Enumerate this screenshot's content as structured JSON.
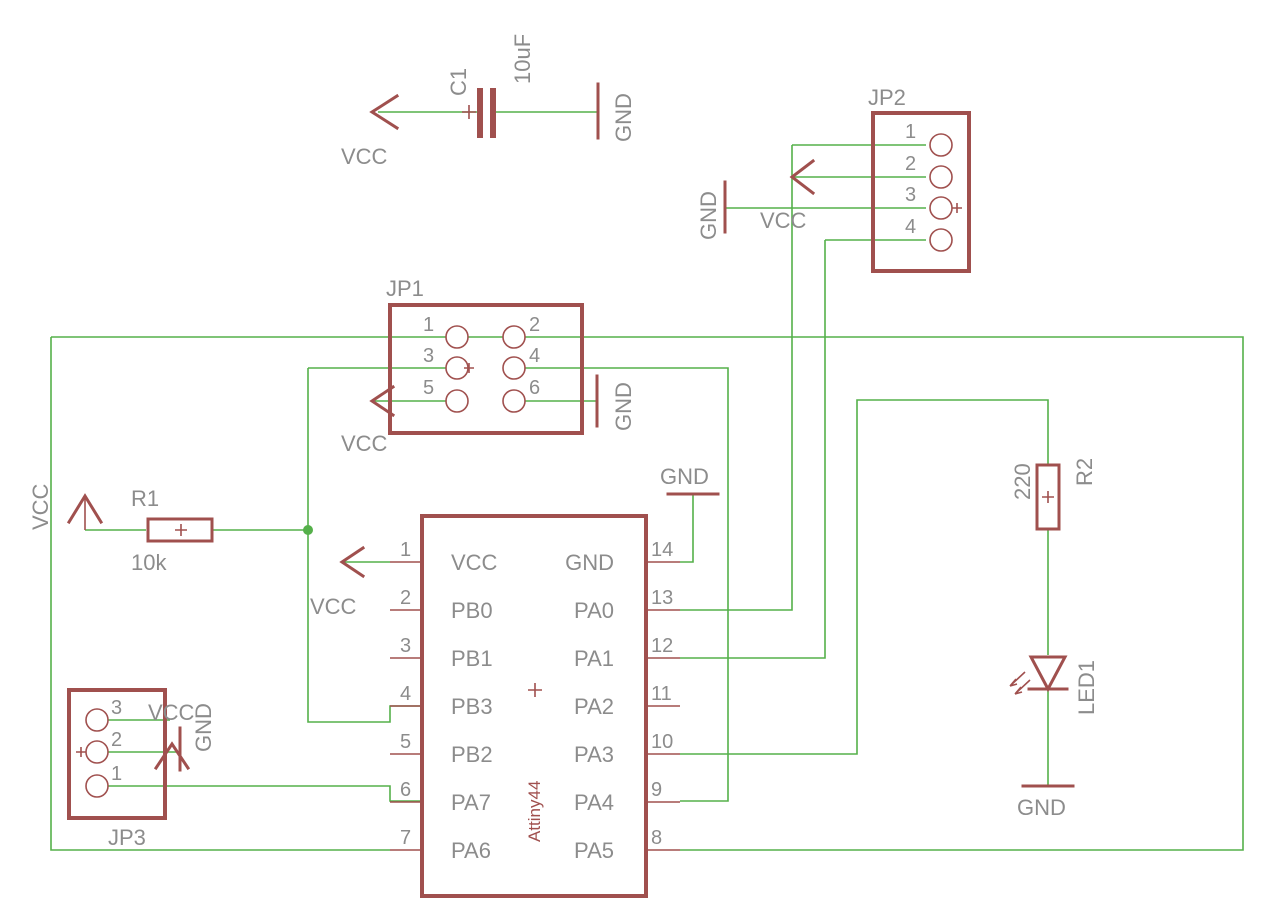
{
  "colors": {
    "wire": "#55b04a",
    "symbol": "#a0504e",
    "text": "#8c8c8c"
  },
  "c1": {
    "name": "C1",
    "value": "10uF"
  },
  "r1": {
    "name": "R1",
    "value": "10k"
  },
  "r2": {
    "name": "R2",
    "value": "220"
  },
  "led1": {
    "name": "LED1"
  },
  "jp1": {
    "name": "JP1",
    "pins": [
      "1",
      "2",
      "3",
      "4",
      "5",
      "6"
    ]
  },
  "jp2": {
    "name": "JP2",
    "pins": [
      "1",
      "2",
      "3",
      "4"
    ]
  },
  "jp3": {
    "name": "JP3",
    "pins": [
      "3",
      "2",
      "1"
    ]
  },
  "power": {
    "vcc": "VCC",
    "gnd": "GND"
  },
  "ic": {
    "name": "Attiny44",
    "left_pins": [
      {
        "num": "1",
        "name": "VCC"
      },
      {
        "num": "2",
        "name": "PB0"
      },
      {
        "num": "3",
        "name": "PB1"
      },
      {
        "num": "4",
        "name": "PB3"
      },
      {
        "num": "5",
        "name": "PB2"
      },
      {
        "num": "6",
        "name": "PA7"
      },
      {
        "num": "7",
        "name": "PA6"
      }
    ],
    "right_pins": [
      {
        "num": "14",
        "name": "GND"
      },
      {
        "num": "13",
        "name": "PA0"
      },
      {
        "num": "12",
        "name": "PA1"
      },
      {
        "num": "11",
        "name": "PA2"
      },
      {
        "num": "10",
        "name": "PA3"
      },
      {
        "num": "9",
        "name": "PA4"
      },
      {
        "num": "8",
        "name": "PA5"
      }
    ]
  }
}
